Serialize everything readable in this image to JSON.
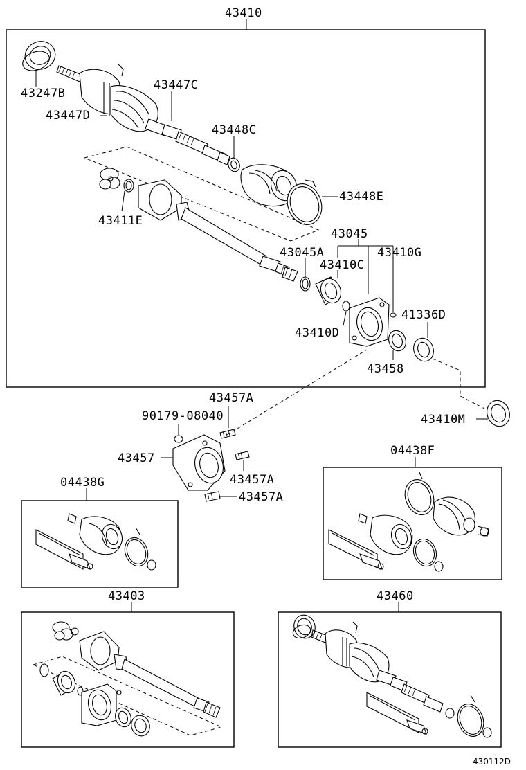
{
  "labels": {
    "l43410": "43410",
    "l43247B": "43247B",
    "l43447C": "43447C",
    "l43447D": "43447D",
    "l43448C": "43448C",
    "l43448E": "43448E",
    "l43411E": "43411E",
    "l43045": "43045",
    "l43045A": "43045A",
    "l43410G": "43410G",
    "l43410C": "43410C",
    "l41336D": "41336D",
    "l43410D": "43410D",
    "l43458": "43458",
    "l43457A_1": "43457A",
    "l90179": "90179-08040",
    "l43410M": "43410M",
    "l43457": "43457",
    "l43457A_2": "43457A",
    "l43457A_3": "43457A",
    "l04438F": "04438F",
    "l04438G": "04438G",
    "l43403": "43403",
    "l43460": "43460",
    "footer": "430112D"
  }
}
